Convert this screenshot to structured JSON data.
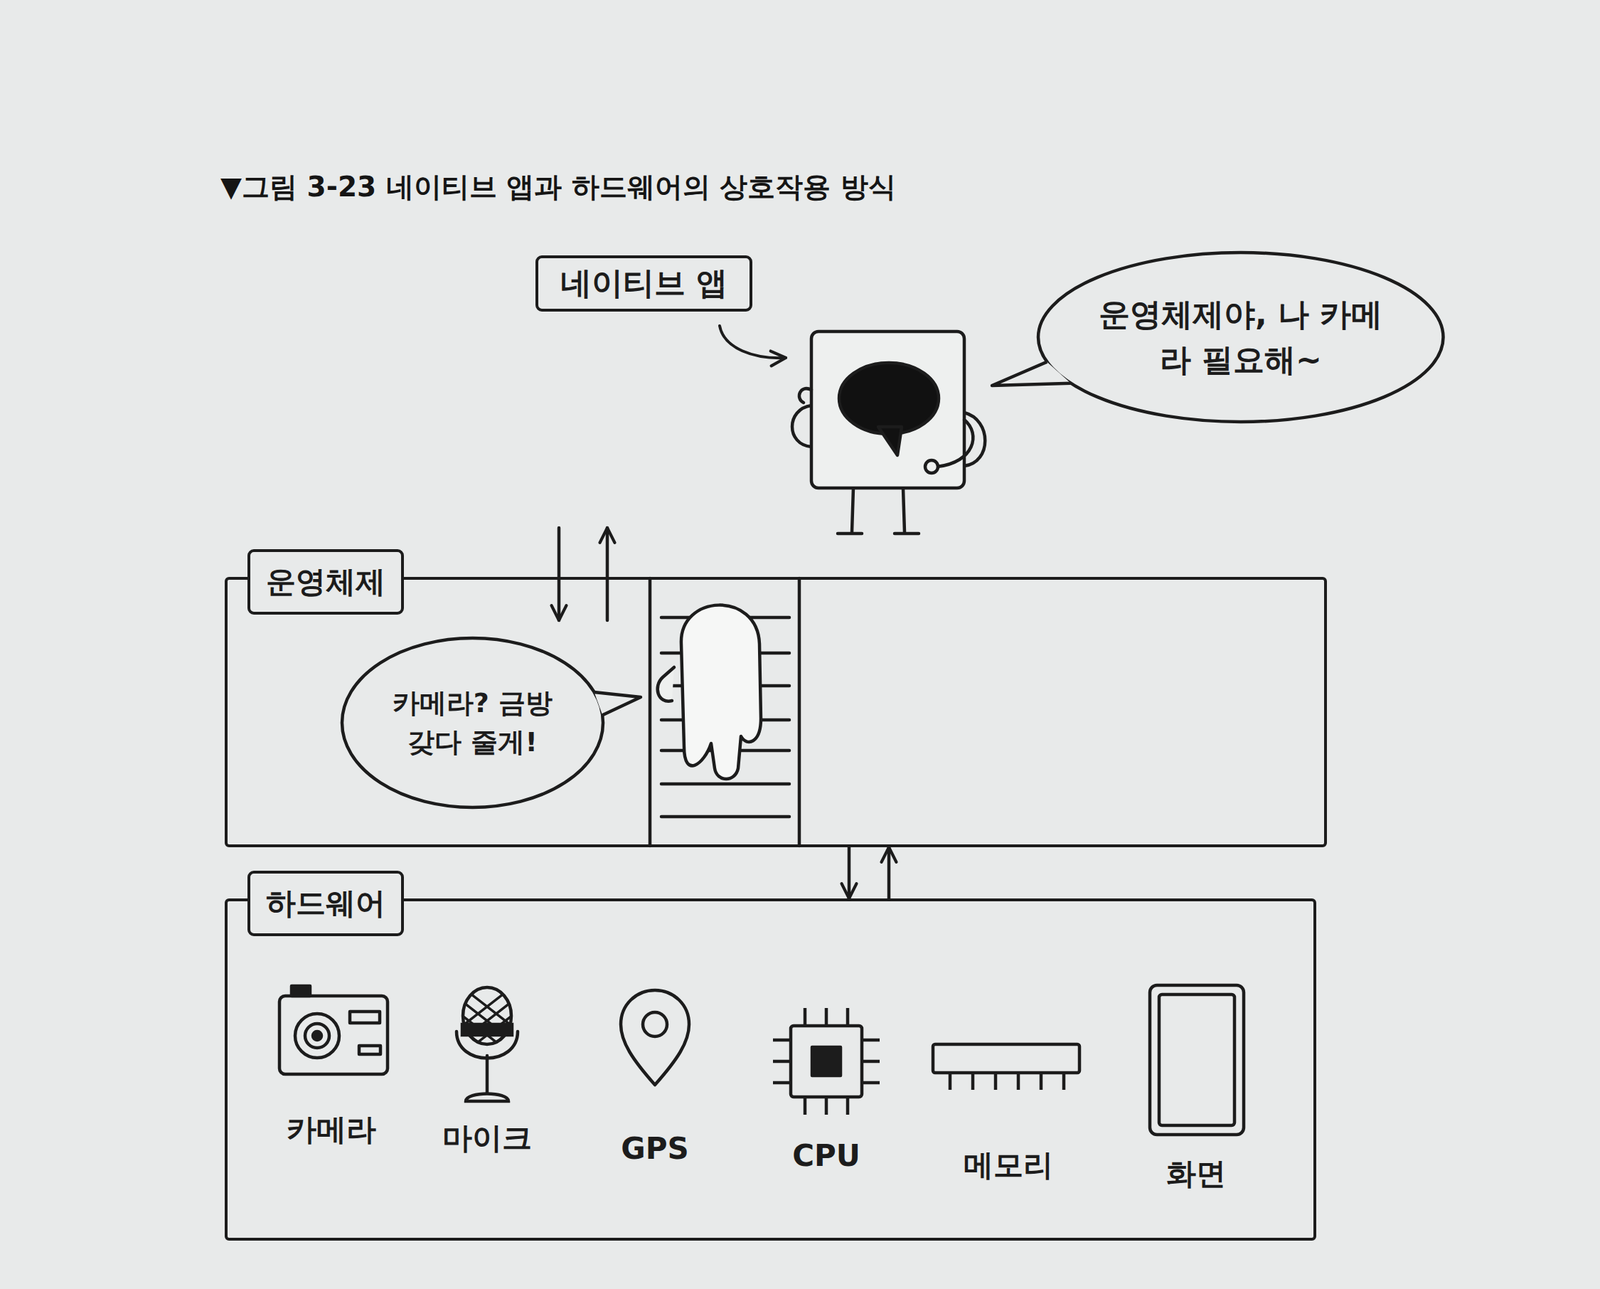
{
  "diagram": {
    "title": "▼그림 3-23 네이티브 앱과 하드웨어의 상호작용 방식",
    "nodes": [
      {
        "text": [
          "네이티브 앱"
        ]
      },
      {
        "text": [
          "운영체제야, 나 카메라 필요해~"
        ]
      },
      {
        "text": [
          "운영체제"
        ]
      },
      {
        "text": [
          "카메라? 금방 갖다 줄게!"
        ],
        "in": 2
      },
      {
        "text": [
          "하드웨어"
        ]
      }
    ],
    "edges": [
      {
        "from": 2,
        "to": 4,
        "arrow": "both"
      }
    ],
    "labels": [
      "카메라",
      "마이크",
      "GPS",
      "CPU",
      "메모리",
      "화면"
    ]
  }
}
